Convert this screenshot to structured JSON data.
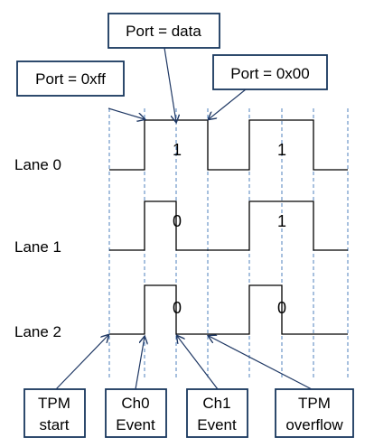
{
  "callouts": {
    "port_ff": "Port = 0xff",
    "port_data": "Port = data",
    "port_00": "Port = 0x00"
  },
  "lanes": [
    {
      "label": "Lane 0",
      "bits": [
        "1",
        "1"
      ]
    },
    {
      "label": "Lane 1",
      "bits": [
        "0",
        "1"
      ]
    },
    {
      "label": "Lane 2",
      "bits": [
        "0",
        "0"
      ]
    }
  ],
  "events": {
    "tpm_start": {
      "line1": "TPM",
      "line2": "start"
    },
    "ch0_event": {
      "line1": "Ch0",
      "line2": "Event"
    },
    "ch1_event": {
      "line1": "Ch1",
      "line2": "Event"
    },
    "tpm_overflow": {
      "line1": "TPM",
      "line2": "overflow"
    }
  },
  "colors": {
    "box_border": "#17365d",
    "dashed_line": "#4f81bd",
    "arrow": "#1f3864",
    "waveform": "#000000"
  }
}
